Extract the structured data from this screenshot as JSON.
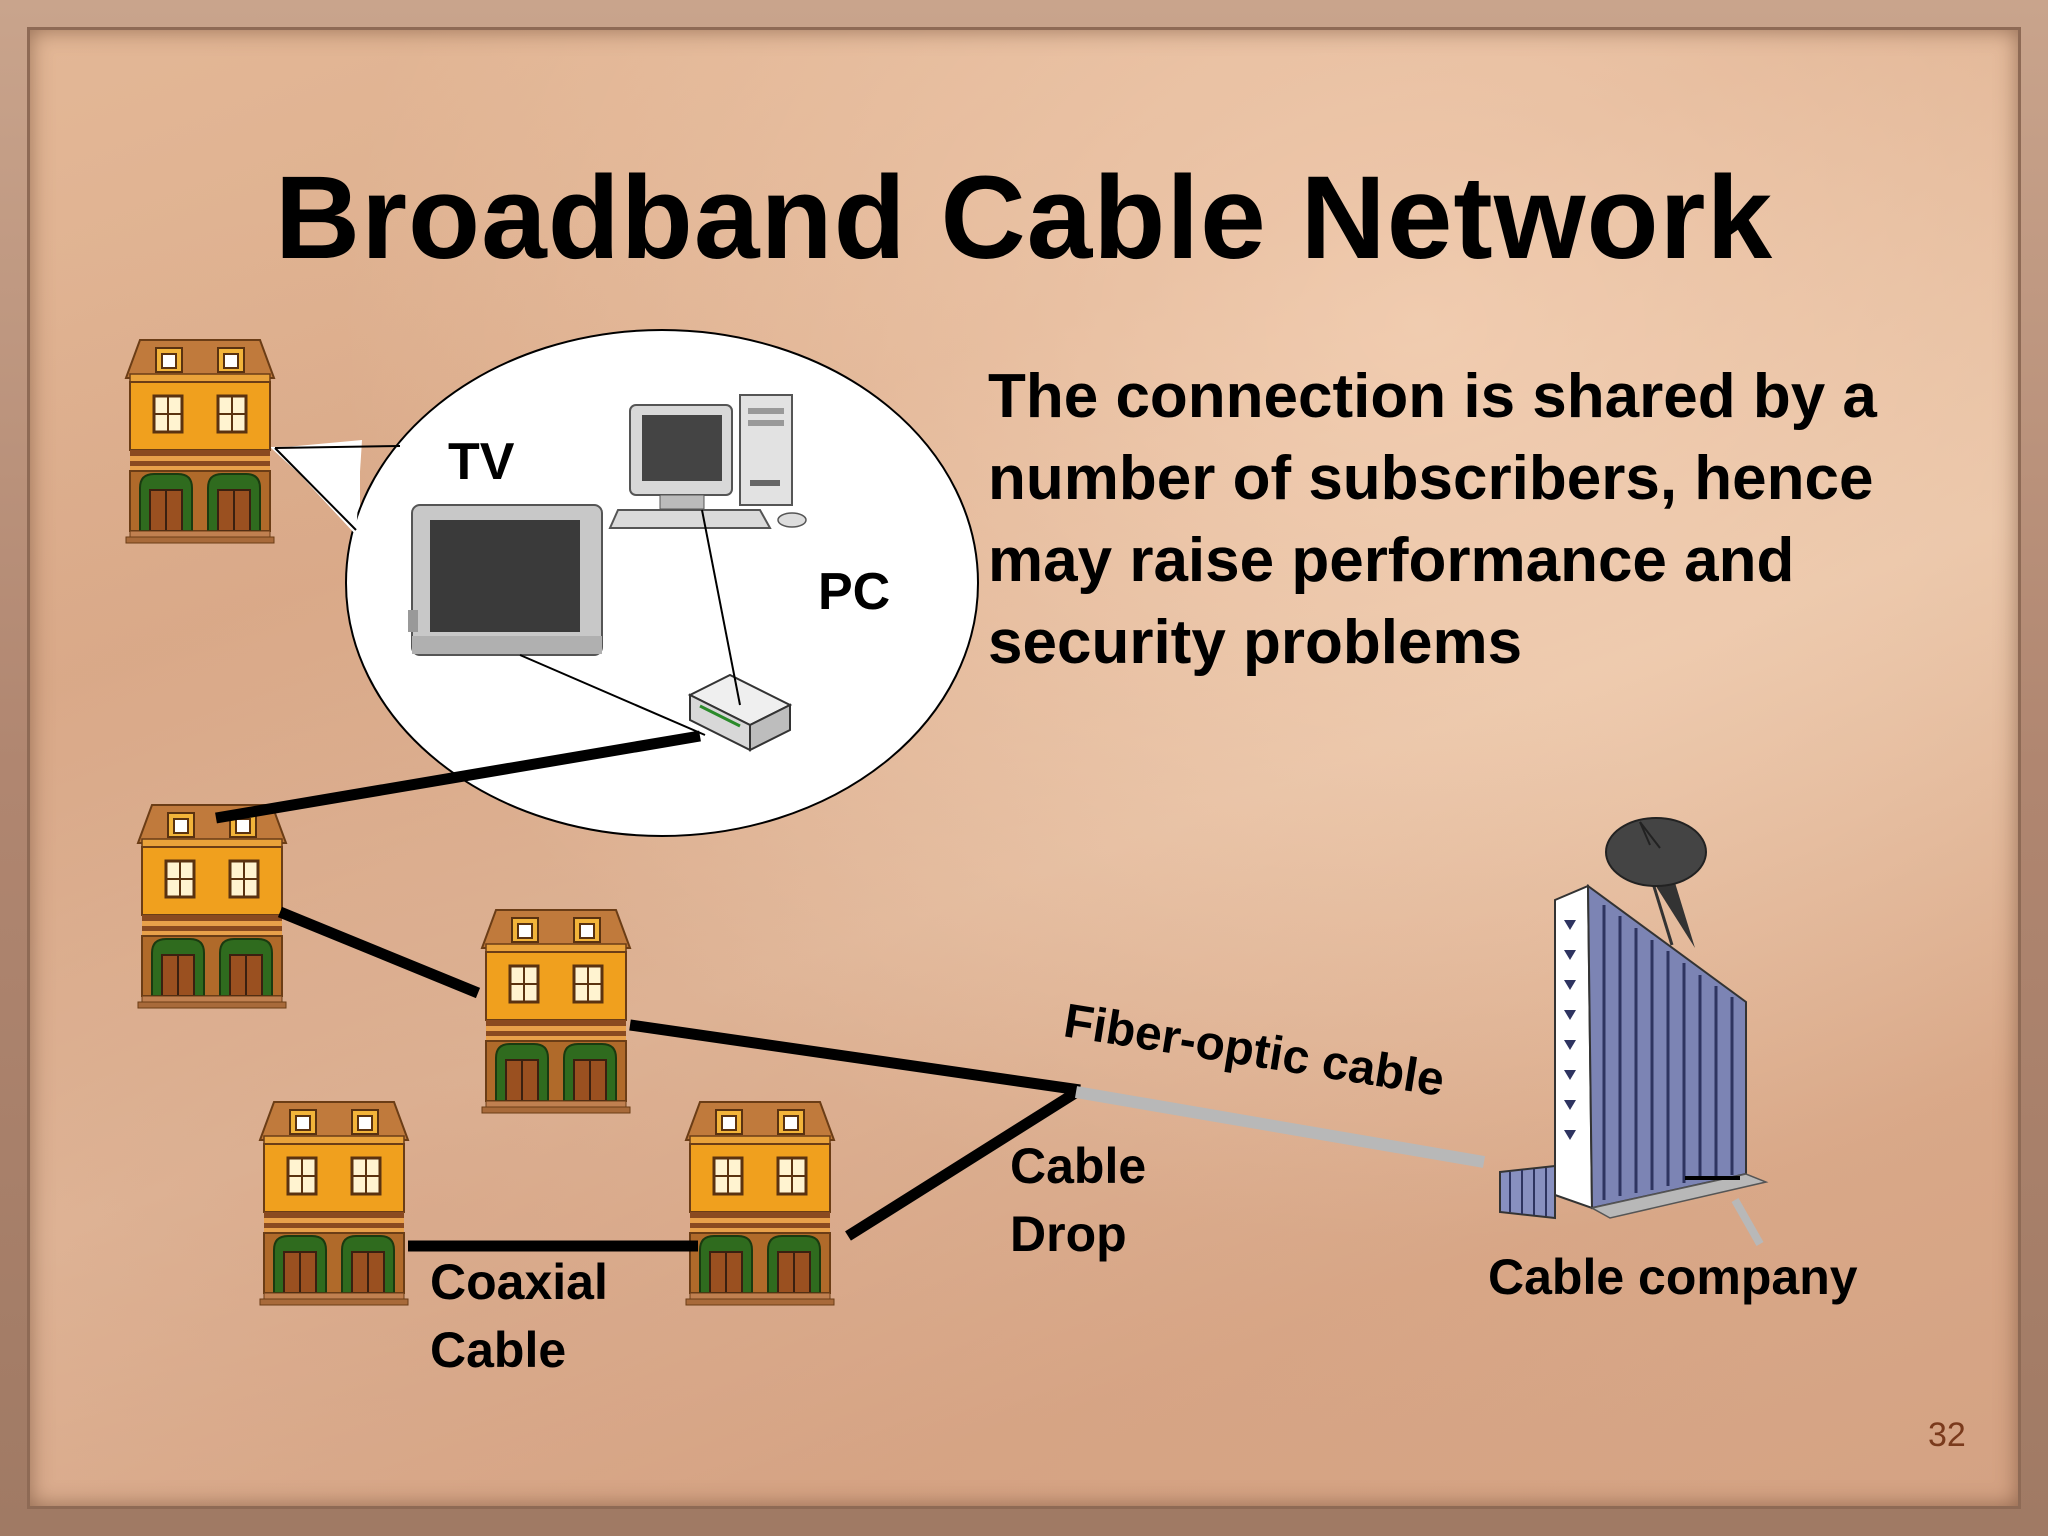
{
  "slide": {
    "title": "Broadband Cable Network",
    "description": "The connection is shared by a number of subscribers, hence may raise performance and security problems",
    "page_number": "32"
  },
  "labels": {
    "tv": "TV",
    "pc": "PC",
    "fiber": "Fiber-optic cable",
    "cable_drop_line1": "Cable",
    "cable_drop_line2": "Drop",
    "coaxial_line1": "Coaxial",
    "coaxial_line2": "Cable",
    "cable_company": "Cable company"
  },
  "icons": {
    "house": "house-icon",
    "tv": "tv-icon",
    "pc": "computer-icon",
    "modem": "cable-modem-icon",
    "building": "office-building-icon",
    "dish": "satellite-dish-icon"
  },
  "colors": {
    "house_wall": "#f0a01e",
    "house_roof": "#c87a3a",
    "fiber_line": "#b8b8b8",
    "coax_line": "#000000"
  }
}
